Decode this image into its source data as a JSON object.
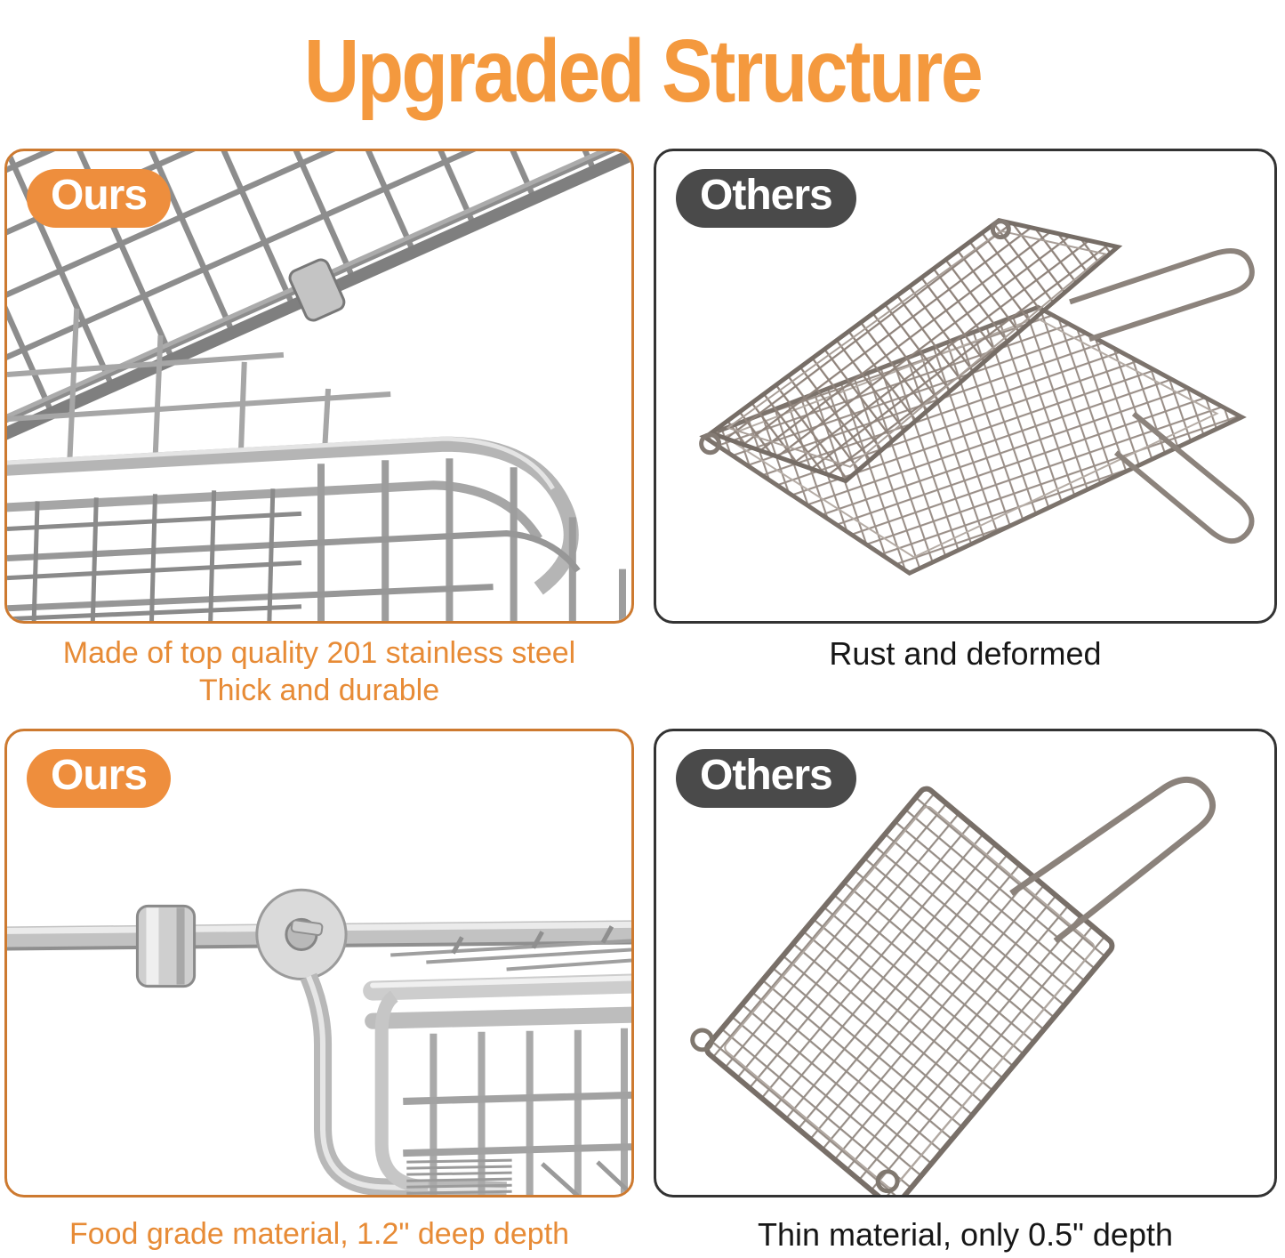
{
  "title": "Upgraded Structure",
  "colors": {
    "title_orange": "#F4993E",
    "badge_orange": "#EE8E3D",
    "badge_gray": "#4A4A4A",
    "panel_border_orange": "#CD7A30",
    "panel_border_dark": "#333333",
    "caption_orange": "#E78B36",
    "caption_dark": "#161616",
    "steel_gray": "#9d9d9d",
    "rust_gray": "#948a83"
  },
  "panels": [
    {
      "badge": "Ours",
      "caption": "Made of top quality 201 stainless steel\nThick and durable",
      "photo": "stainless-steel-basket-with-lid-closeup"
    },
    {
      "badge": "Others",
      "caption": "Rust and deformed",
      "photo": "rusty-folding-grill-open"
    },
    {
      "badge": "Ours",
      "caption": "Food grade material, 1.2\" deep depth",
      "photo": "detachable-handle-and-deep-basket-closeup"
    },
    {
      "badge": "Others",
      "caption": "Thin material, only 0.5\" depth",
      "photo": "thin-flat-grill-with-wire-handle"
    }
  ]
}
